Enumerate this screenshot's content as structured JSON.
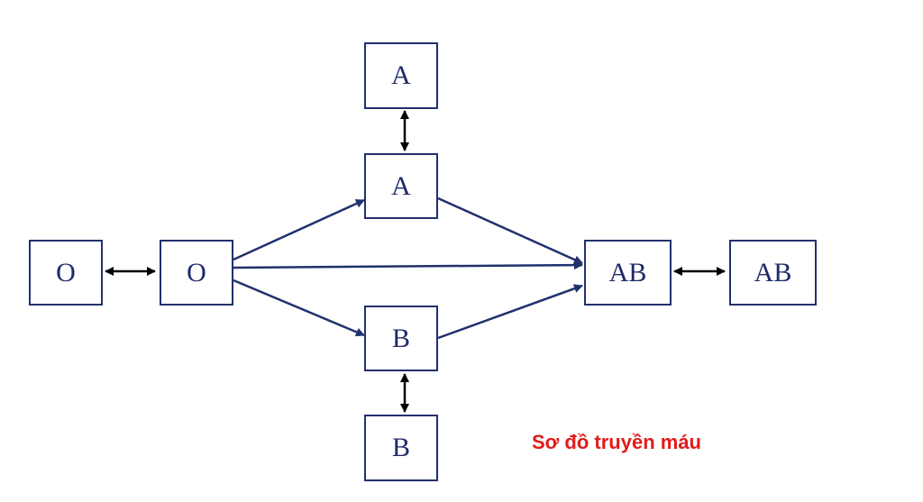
{
  "diagram": {
    "nodes": {
      "o_donor": "O",
      "o_main": "O",
      "a_top": "A",
      "a_main": "A",
      "b_main": "B",
      "b_bottom": "B",
      "ab_main": "AB",
      "ab_right": "AB"
    },
    "caption": "Sơ đồ truyền máu"
  },
  "colors": {
    "node_border": "#22306e",
    "node_text": "#1f2a6b",
    "directed_arrow": "#22306e",
    "bidirectional_arrow": "#000000",
    "caption": "#e11b1b"
  }
}
